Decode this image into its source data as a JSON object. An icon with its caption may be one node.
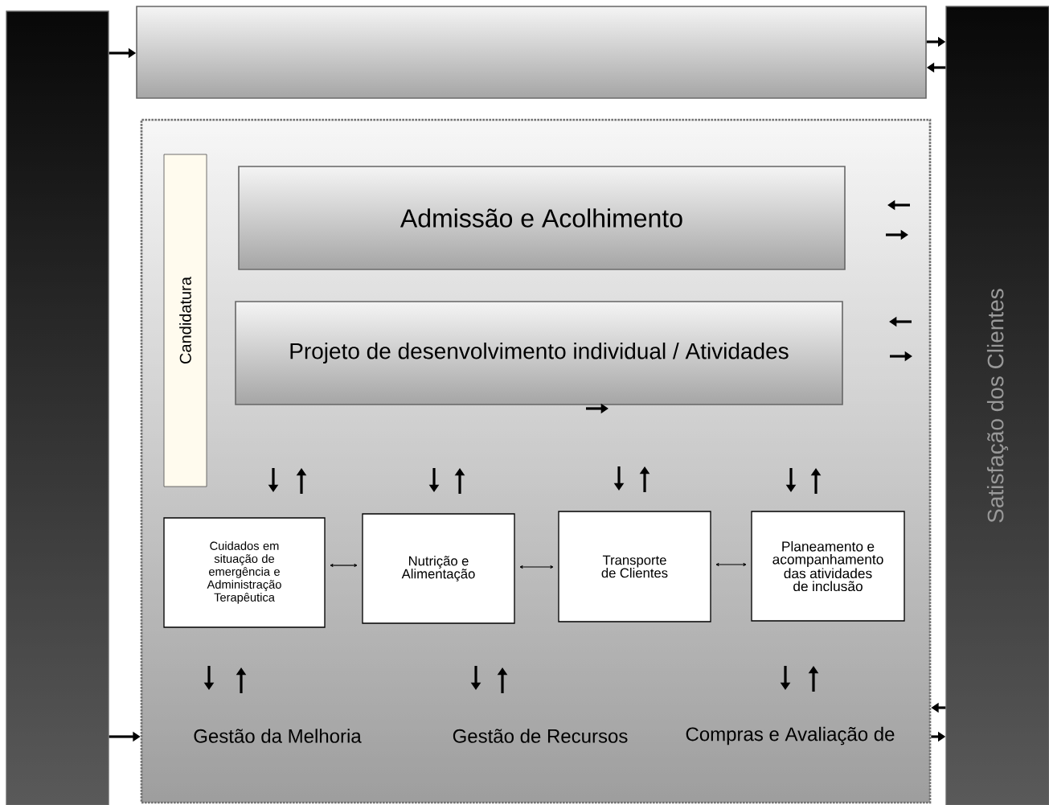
{
  "diagram": {
    "nodes": [
      {
        "text": [],
        "shape": "box"
      },
      {
        "text": [],
        "shape": "box"
      },
      {
        "text": [
          "Satisfação dos Clientes"
        ]
      },
      {
        "text": [],
        "shape": "box"
      },
      {
        "text": [
          "Candidatura"
        ],
        "in": 3
      },
      {
        "text": [
          "Admissão e Acolhimento"
        ],
        "in": 3
      },
      {
        "text": [
          "Projeto de desenvolvimento individual / Atividades"
        ],
        "in": 3
      },
      {
        "text": [
          "Cuidados em situação de emergência e Administração Terapêutica"
        ],
        "in": 3
      },
      {
        "text": [
          "Nutrição e Alimentação"
        ],
        "in": 3
      },
      {
        "text": [
          "Transporte de Clientes"
        ],
        "in": 3
      },
      {
        "text": [
          "Planeamento e acompanhamento das atividades de inclusão"
        ],
        "in": 3
      }
    ],
    "edges": [
      {
        "from": 0,
        "to": 1,
        "arrow": "to"
      },
      {
        "from": 1,
        "to": 2,
        "arrow": "to"
      },
      {
        "from": 2,
        "to": 1,
        "arrow": "to"
      },
      {
        "from": 7,
        "to": 8,
        "arrow": "both"
      },
      {
        "from": 8,
        "to": 9,
        "arrow": "both"
      },
      {
        "from": 9,
        "to": 10,
        "arrow": "both"
      },
      {
        "from": 0,
        "to": 3,
        "arrow": "to"
      },
      {
        "from": 2,
        "to": 3,
        "arrow": "to"
      },
      {
        "from": 3,
        "to": 2,
        "arrow": "to"
      }
    ],
    "labels": [
      "Gestão da Melhoria",
      "Gestão de Recursos",
      "Compras e Avaliação de"
    ]
  }
}
